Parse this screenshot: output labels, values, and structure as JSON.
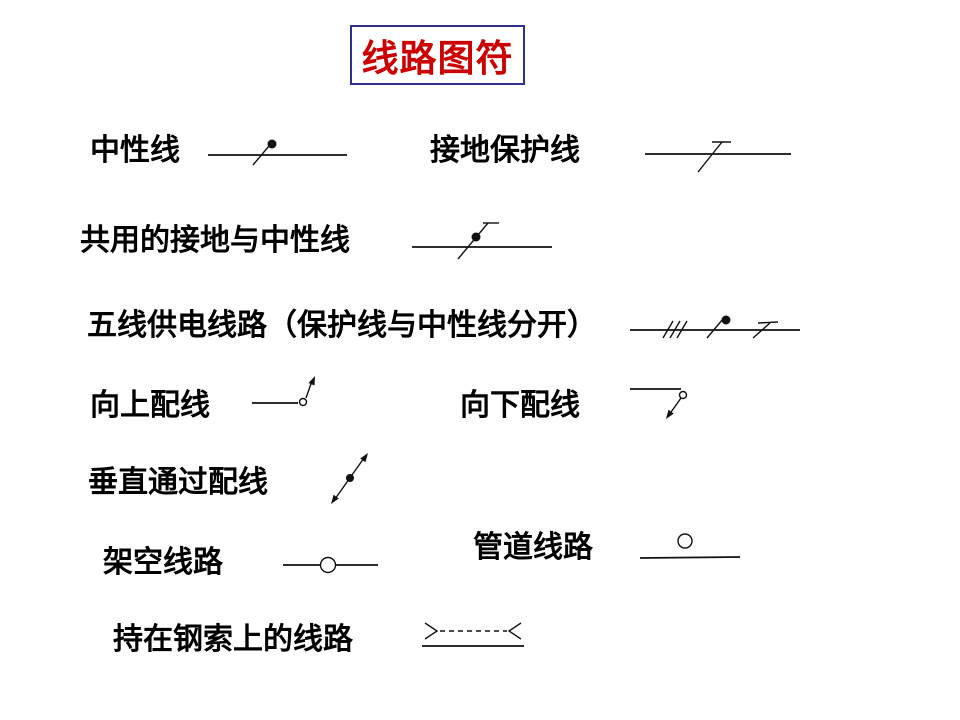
{
  "slide": {
    "background_color": "#ffffff",
    "line_color": "#111111",
    "title": {
      "text": "线路图符",
      "color": "#cc0000",
      "border_color": "#30308e"
    },
    "items": [
      {
        "label": "中性线",
        "symbol": "line-with-slash-and-dot"
      },
      {
        "label": "接地保护线",
        "symbol": "line-with-slash-and-tbar"
      },
      {
        "label": "共用的接地与中性线",
        "symbol": "line-with-slash-dot-and-tbar"
      },
      {
        "label": "五线供电线路（保护线与中性线分开）",
        "symbol": "line-with-three-slashes-dot-slash-and-tbar-slash"
      },
      {
        "label": "向上配线",
        "symbol": "line-open-circle-arrow-up-right"
      },
      {
        "label": "向下配线",
        "symbol": "line-open-circle-arrow-down-left"
      },
      {
        "label": "垂直通过配线",
        "symbol": "diagonal-double-arrow-with-center-dot"
      },
      {
        "label": "架空线路",
        "symbol": "line-with-open-circle-on-line"
      },
      {
        "label": "管道线路",
        "symbol": "line-with-open-circle-above"
      },
      {
        "label": "持在钢索上的线路",
        "symbol": "dashed-line-between-angle-brackets-over-solid-line"
      }
    ]
  }
}
